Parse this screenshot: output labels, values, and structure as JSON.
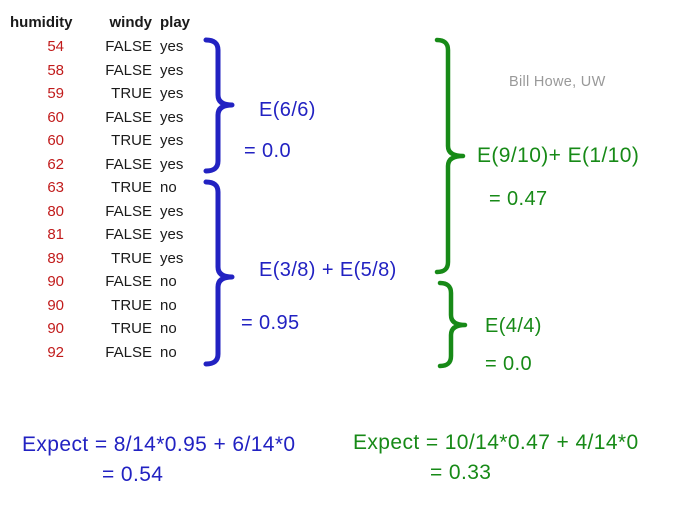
{
  "slide": {
    "credit": "Bill Howe, UW"
  },
  "colors": {
    "blue": "#2222C2",
    "green": "#178A17",
    "red": "#C11B1B",
    "black": "#1A1A1A",
    "gray": "#999999"
  },
  "table": {
    "headers": [
      "humidity",
      "windy",
      "play"
    ],
    "rows": [
      {
        "humidity": "54",
        "windy": "FALSE",
        "play": "yes"
      },
      {
        "humidity": "58",
        "windy": "FALSE",
        "play": "yes"
      },
      {
        "humidity": "59",
        "windy": "TRUE",
        "play": "yes"
      },
      {
        "humidity": "60",
        "windy": "FALSE",
        "play": "yes"
      },
      {
        "humidity": "60",
        "windy": "TRUE",
        "play": "yes"
      },
      {
        "humidity": "62",
        "windy": "FALSE",
        "play": "yes"
      },
      {
        "humidity": "63",
        "windy": "TRUE",
        "play": "no"
      },
      {
        "humidity": "80",
        "windy": "FALSE",
        "play": "yes"
      },
      {
        "humidity": "81",
        "windy": "FALSE",
        "play": "yes"
      },
      {
        "humidity": "89",
        "windy": "TRUE",
        "play": "yes"
      },
      {
        "humidity": "90",
        "windy": "FALSE",
        "play": "no"
      },
      {
        "humidity": "90",
        "windy": "TRUE",
        "play": "no"
      },
      {
        "humidity": "90",
        "windy": "TRUE",
        "play": "no"
      },
      {
        "humidity": "92",
        "windy": "FALSE",
        "play": "no"
      }
    ]
  },
  "blue_split": {
    "group1_label": "E(6/6)",
    "group1_value": "= 0.0",
    "group2_label": "E(3/8) + E(5/8)",
    "group2_value": "= 0.95",
    "expect_line1": "Expect = 8/14*0.95 + 6/14*0",
    "expect_line2": "= 0.54"
  },
  "green_split": {
    "group1_label": "E(9/10)+ E(1/10)",
    "group1_value": "= 0.47",
    "group2_label": "E(4/4)",
    "group2_value": "= 0.0",
    "expect_line1": "Expect = 10/14*0.47 + 4/14*0",
    "expect_line2": "= 0.33"
  }
}
